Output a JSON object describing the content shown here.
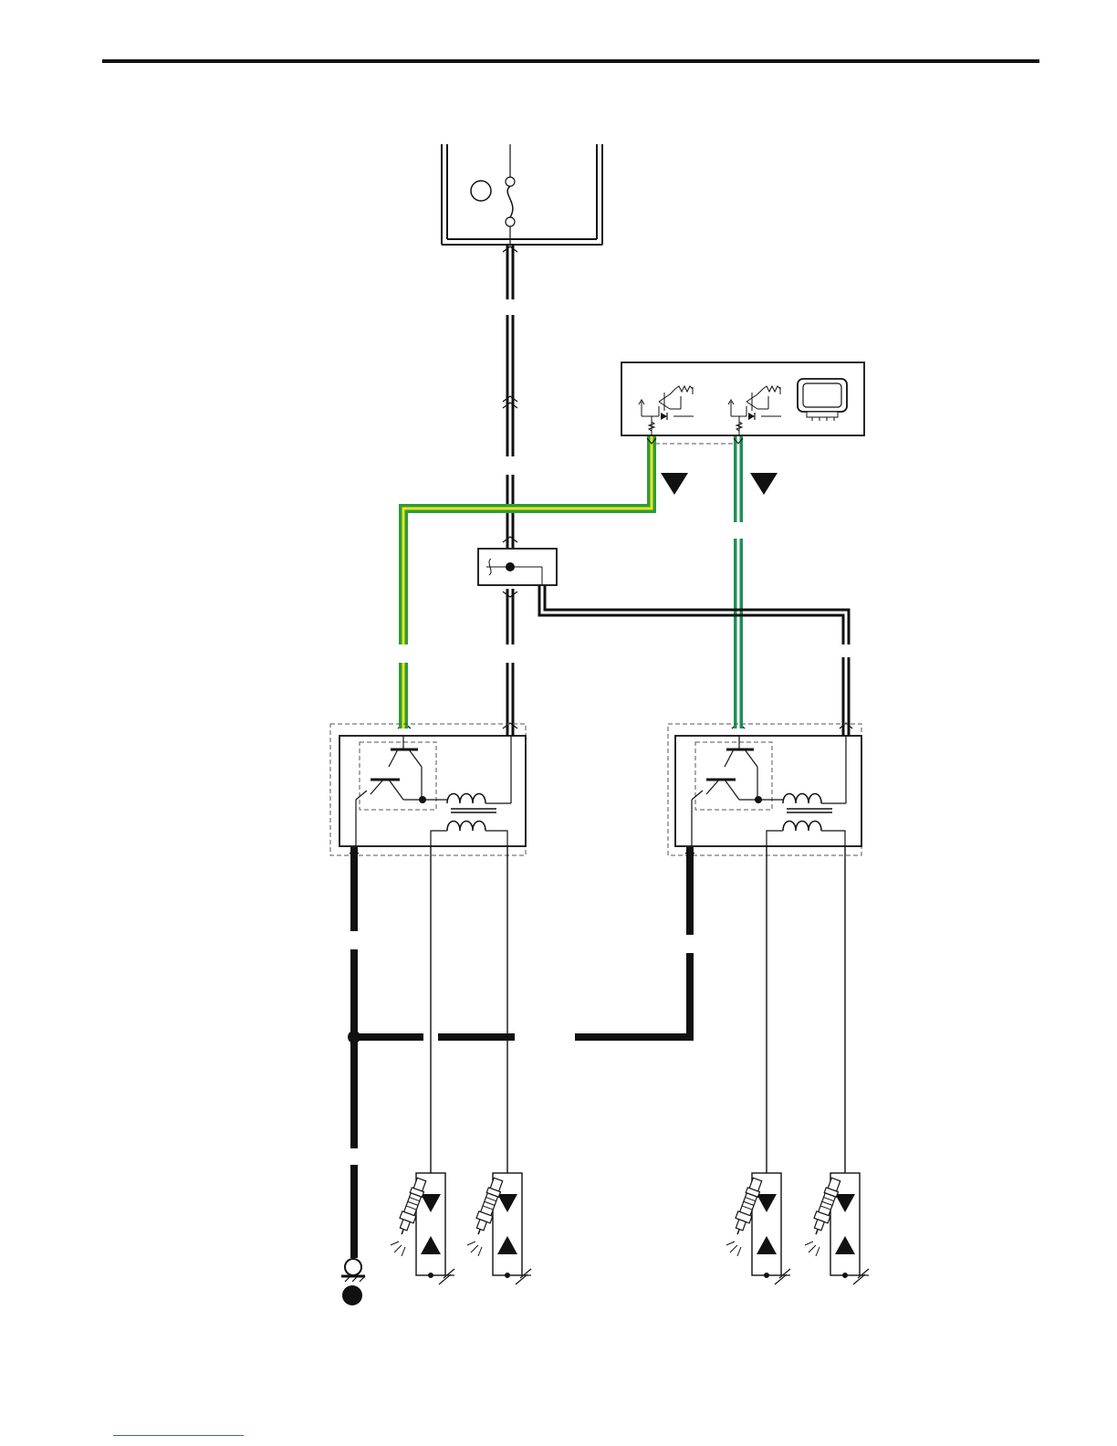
{
  "page": {
    "header_rule": "header-rule",
    "footer_link": "footer-link-underline"
  },
  "colors": {
    "wire_black": "#111111",
    "wire_green": "#2e9c3a",
    "wire_yellow": "#e8e81a",
    "wire_teal_green": "#1f8f5a",
    "box_stroke": "#111111",
    "dashed": "#555555",
    "link_blue": "#3b5bd6"
  },
  "components": {
    "fuse_box": "fuse-box",
    "ecm": "engine-control-module",
    "ecm_display": "ecm-display-icon",
    "junction": "splice-junction-block",
    "ignition_coil_left": "ignition-coil-module-1-4",
    "ignition_coil_right": "ignition-coil-module-2-3",
    "spark_plugs": [
      "spark-plug-1",
      "spark-plug-4",
      "spark-plug-2",
      "spark-plug-3"
    ],
    "ground": "ground-point"
  },
  "icons": [
    "fuse-icon",
    "transistor-icon",
    "diode-icon",
    "coil-winding-icon",
    "spark-plug-icon",
    "ground-icon",
    "arrow-down-icon",
    "arrow-up-icon"
  ]
}
